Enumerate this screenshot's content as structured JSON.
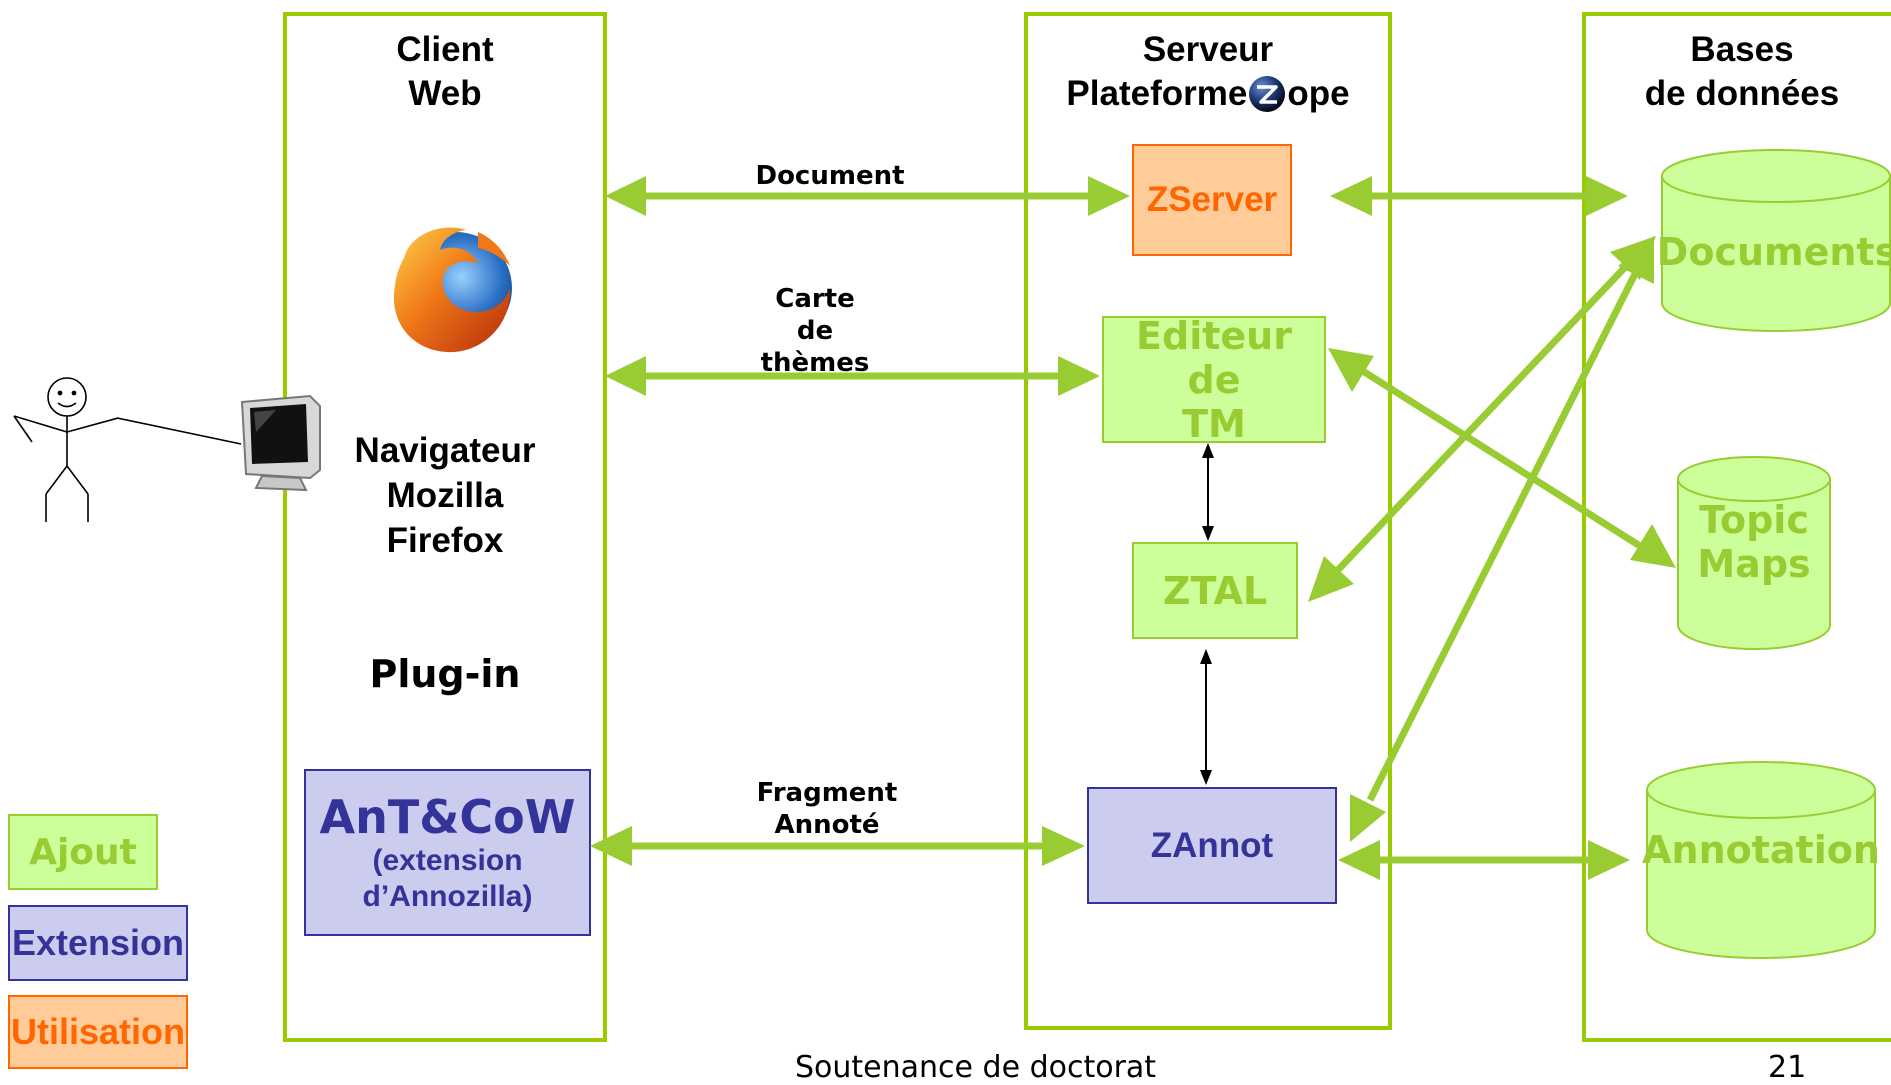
{
  "columns": {
    "client": {
      "title_line1": "Client",
      "title_line2": "Web"
    },
    "server": {
      "title_line1": "Serveur",
      "title_line2_prefix": "Plateforme",
      "title_line2_suffix": "ope"
    },
    "databases": {
      "title_line1": "Bases",
      "title_line2": "de données"
    }
  },
  "client": {
    "navigator": [
      "Navigateur",
      "Mozilla",
      "Firefox"
    ],
    "plugin_label": "Plug-in",
    "antcow_title": "AnT&CoW",
    "antcow_sub1": "(extension",
    "antcow_sub2": "d’Annozilla)"
  },
  "server": {
    "zserver": "ZServer",
    "editeur": [
      "Editeur",
      "de",
      "TM"
    ],
    "ztal": "ZTAL",
    "zannot": "ZAnnot"
  },
  "databases": {
    "documents": "Documents",
    "topic_maps": [
      "Topic",
      "Maps"
    ],
    "annotation": "Annotation"
  },
  "arrows": {
    "document": "Document",
    "carte": [
      "Carte",
      "de",
      "thèmes"
    ],
    "fragment": [
      "Fragment",
      "Annoté"
    ]
  },
  "legend": {
    "ajout": "Ajout",
    "extension": "Extension",
    "utilisation": "Utilisation"
  },
  "footer": {
    "center": "Soutenance de doctorat",
    "page": "21"
  },
  "colors": {
    "column_border": "#99cc00",
    "arrow_green": "#99cc33",
    "ajout_fill": "#ccff99",
    "extension_fill": "#ccccee",
    "extension_text": "#333399",
    "utilisation_fill": "#ffcc99",
    "utilisation_text": "#ff6600"
  },
  "icons": [
    "firefox-logo-icon",
    "zope-logo-icon",
    "stick-figure-user-icon",
    "computer-monitor-icon"
  ]
}
